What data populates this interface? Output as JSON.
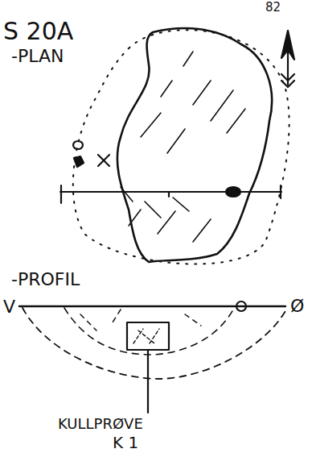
{
  "diagram": {
    "labels": [
      "82",
      "S 20A",
      "-PLAN",
      "-PROFIL",
      "V",
      "Ø",
      "KULLPRØVE",
      "K 1"
    ]
  }
}
